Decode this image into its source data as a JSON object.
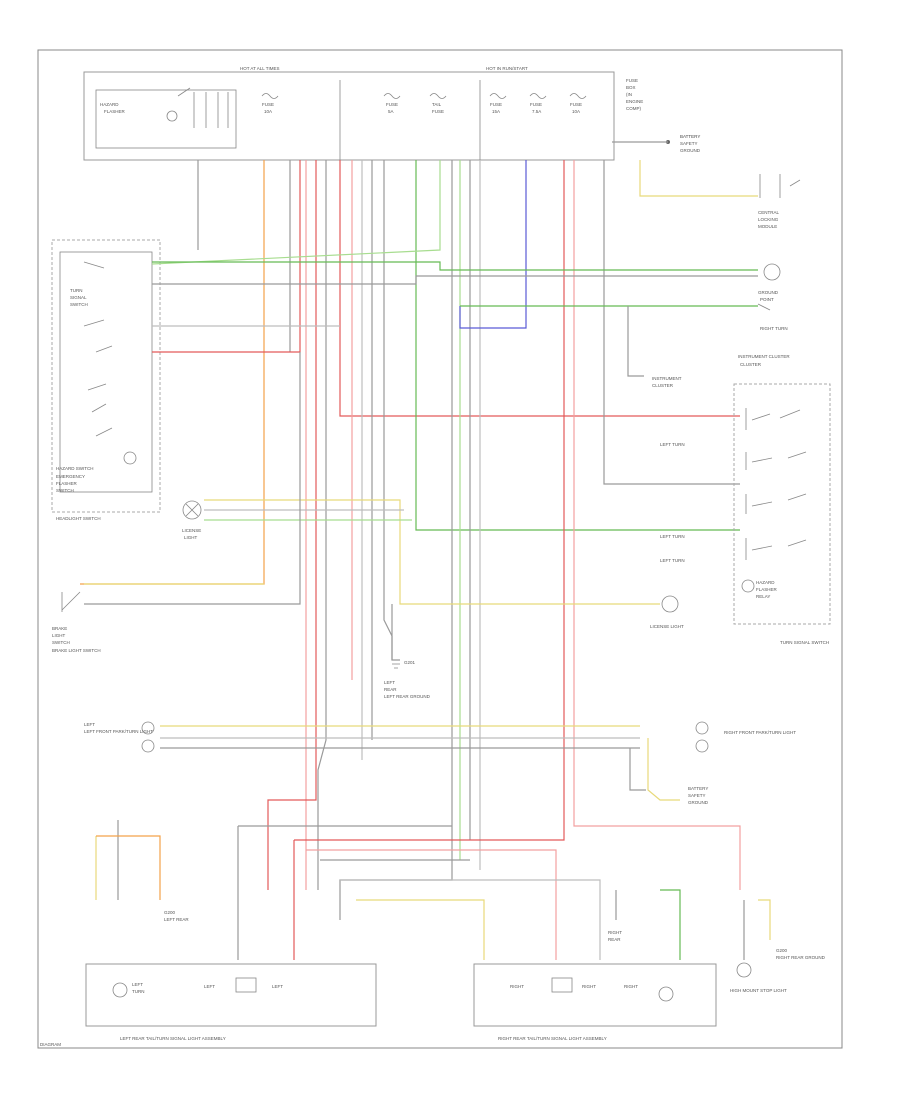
{
  "labels": {
    "fuse_box_top": "HOT AT ALL TIMES",
    "fuse_box_top2": "HOT IN RUN/START",
    "headlamp_switch": "HEADLIGHT SWITCH",
    "instrument_cluster": "INSTRUMENT CLUSTER",
    "left_assembly": "LEFT REAR TAIL/TURN SIGNAL LIGHT ASSEMBLY",
    "right_assembly": "RIGHT REAR TAIL/TURN SIGNAL LIGHT ASSEMBLY",
    "corner_code": "DIAGRAM",
    "hazard": "HAZARD SWITCH",
    "front_left": "LEFT FRONT PARK/TURN LIGHT",
    "front_right": "RIGHT FRONT PARK/TURN LIGHT",
    "license": "LICENSE LIGHT",
    "brake_switch": "BRAKE LIGHT SWITCH",
    "turn_switch": "TURN SIGNAL SWITCH",
    "high_mount": "HIGH MOUNT STOP LIGHT",
    "ground_left": "LEFT REAR GROUND",
    "ground_right": "RIGHT REAR GROUND",
    "battery": "BATTERY"
  },
  "colors": {
    "red": "#e35a5a",
    "green": "#66bb55",
    "orange": "#f4a24a",
    "yellow": "#e8d97a",
    "blue": "#5b5bd6",
    "gray": "#9a9a9a"
  }
}
